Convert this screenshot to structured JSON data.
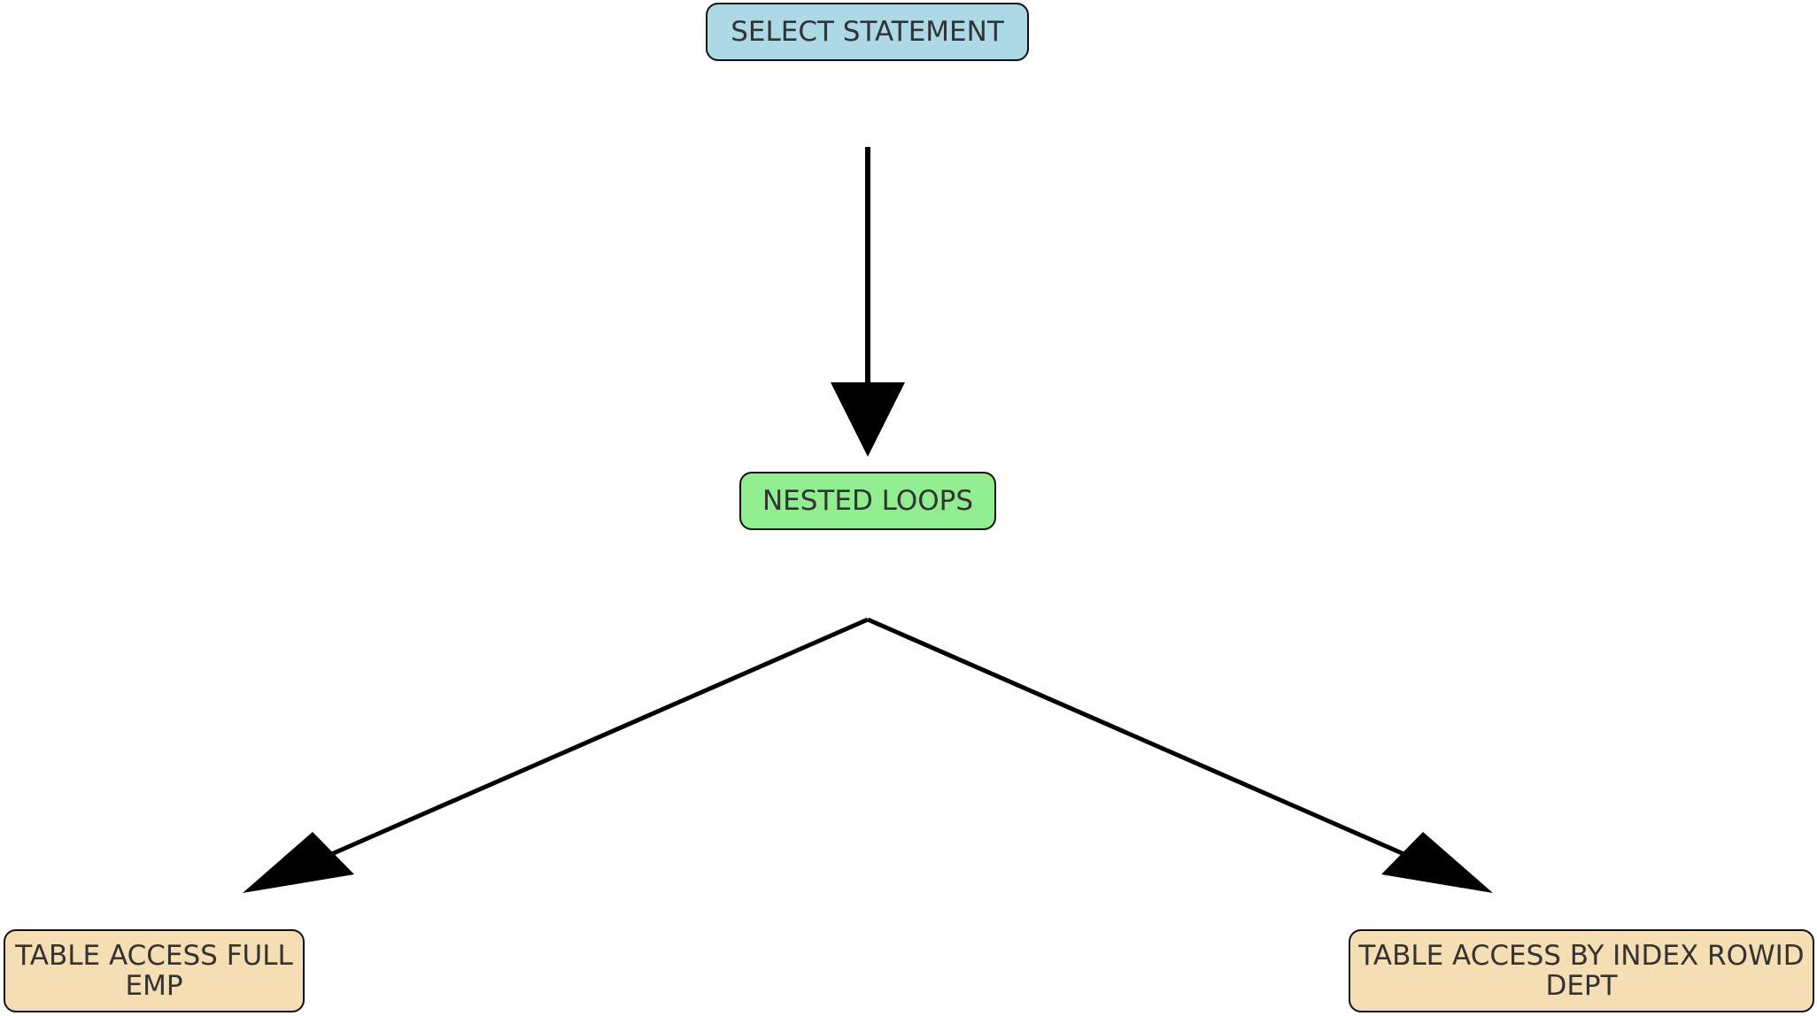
{
  "diagram": {
    "nodes": [
      {
        "id": "select",
        "lines": [
          "SELECT STATEMENT"
        ],
        "color": "#add8e6"
      },
      {
        "id": "nested",
        "lines": [
          "NESTED LOOPS"
        ],
        "color": "#90ee90"
      },
      {
        "id": "emp",
        "lines": [
          "TABLE ACCESS FULL",
          "EMP"
        ],
        "color": "#f5deb3"
      },
      {
        "id": "dept",
        "lines": [
          "TABLE ACCESS BY INDEX ROWID",
          "DEPT"
        ],
        "color": "#f5deb3"
      }
    ],
    "edges": [
      {
        "from": "select",
        "to": "nested"
      },
      {
        "from": "nested",
        "to": "emp"
      },
      {
        "from": "nested",
        "to": "dept"
      }
    ]
  }
}
